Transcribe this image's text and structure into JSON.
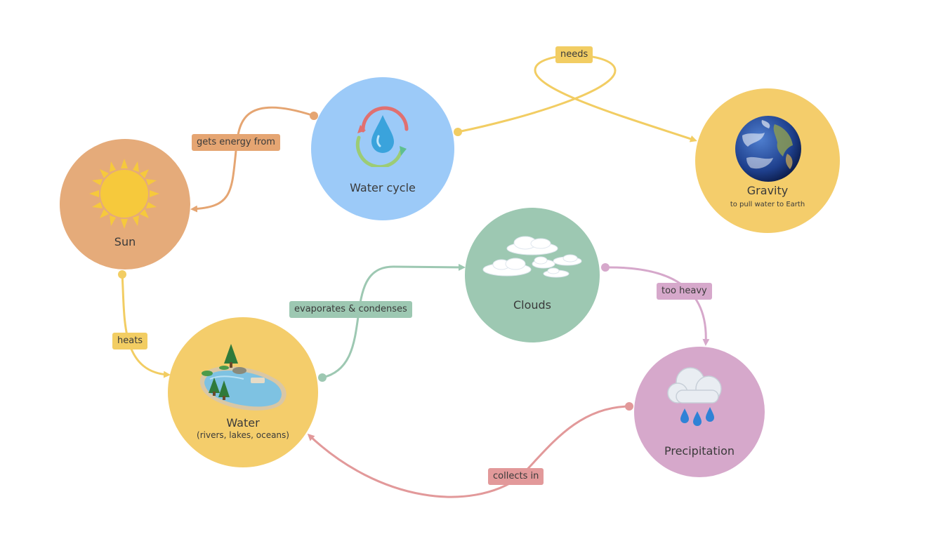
{
  "nodes": {
    "water_cycle": {
      "title": "Water cycle",
      "color": "#9ccaf8"
    },
    "sun": {
      "title": "Sun",
      "color": "#e5ab7a"
    },
    "gravity": {
      "title": "Gravity",
      "subtitle": "to pull water to Earth",
      "color": "#f4cd6b"
    },
    "clouds": {
      "title": "Clouds",
      "color": "#9dc8b2"
    },
    "water": {
      "title": "Water",
      "subtitle": "(rivers, lakes, oceans)",
      "color": "#f4cd6b"
    },
    "precipitation": {
      "title": "Precipitation",
      "color": "#d6a8cb"
    }
  },
  "edges": {
    "gets_energy_from": {
      "label": "gets energy from",
      "color": "#e5a572"
    },
    "needs": {
      "label": "needs",
      "color": "#f2cd63"
    },
    "heats": {
      "label": "heats",
      "color": "#f2cd63"
    },
    "evaporates_condenses": {
      "label": "evaporates & condenses",
      "color": "#9dc8b2"
    },
    "too_heavy": {
      "label": "too heavy",
      "color": "#d6a8cb"
    },
    "collects_in": {
      "label": "collects in",
      "color": "#e2999a"
    }
  },
  "icons": {
    "water_cycle": "water-cycle-droplet-icon",
    "sun": "sun-icon",
    "gravity": "earth-globe-icon",
    "clouds": "clouds-icon",
    "water": "lake-icon",
    "precipitation": "rain-cloud-icon"
  }
}
